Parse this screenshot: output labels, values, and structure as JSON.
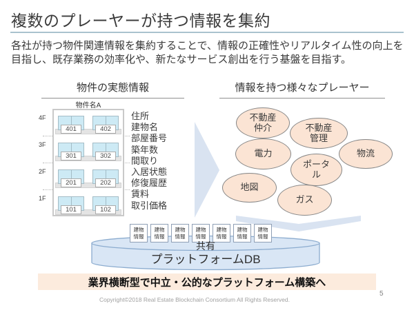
{
  "slide": {
    "title": "複数のプレーヤーが持つ情報を集約",
    "description": "各社が持つ物件関連情報を集約することで、情報の正確性やリアルタイム性の向上を目指し、既存業務の効率化や、新たなサービス創出を行う基盤を目指す。",
    "banner": "業界横断型で中立・公的なプラットフォーム構築へ",
    "footer": "Copyright©2018 Real Estate  Blockchain Consortium All Rights Reserved.",
    "page_number": "5"
  },
  "left_section": {
    "header": "物件の実態情報",
    "building": {
      "name": "物件名A",
      "floors": [
        {
          "label": "4F",
          "rooms": [
            "401",
            "402"
          ]
        },
        {
          "label": "3F",
          "rooms": [
            "301",
            "302"
          ]
        },
        {
          "label": "2F",
          "rooms": [
            "201",
            "202"
          ]
        },
        {
          "label": "1F",
          "rooms": [
            "101",
            "102"
          ]
        }
      ]
    },
    "attributes": [
      "住所",
      "建物名",
      "部屋番号",
      "築年数",
      "間取り",
      "入居状態",
      "修復履歴",
      "賃料",
      "取引価格"
    ]
  },
  "right_section": {
    "header": "情報を持つ様々なプレーヤー",
    "players": [
      {
        "lines": [
          "不動産",
          "仲介"
        ]
      },
      {
        "lines": [
          "不動産",
          "管理"
        ]
      },
      {
        "lines": [
          "電力"
        ]
      },
      {
        "lines": [
          "物流"
        ]
      },
      {
        "lines": [
          "ポータ",
          "ル"
        ]
      },
      {
        "lines": [
          "地図"
        ]
      },
      {
        "lines": [
          "ガス"
        ]
      }
    ]
  },
  "platform": {
    "chip_label": "建物情報",
    "chip_count": 7,
    "db_line1": "共有",
    "db_line2": "プラットフォームDB"
  },
  "colors": {
    "arrow_blue": "#d9e3f1",
    "ellipse_peach": "#fbe4d4",
    "ellipse_border": "#868686",
    "cylinder_fill": "#d9e6f5",
    "cylinder_border": "#8caccf",
    "window_fill": "#cdeaf5",
    "banner_bg": "#fcebdd",
    "title_rule": "#a9c2ce"
  }
}
